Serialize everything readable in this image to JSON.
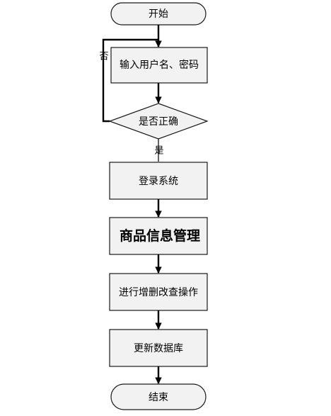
{
  "nodes": {
    "start": "开始",
    "input": "输入用户名、密码",
    "decision": "是否正确",
    "login": "登录系统",
    "manage": "商品信息管理",
    "operate": "进行增删改查操作",
    "update": "更新数据库",
    "end": "结束"
  },
  "edges": {
    "no_label": "否",
    "yes_label": "是"
  },
  "colors": {
    "node_fill": "#f2f2f2",
    "stroke": "#000000"
  }
}
